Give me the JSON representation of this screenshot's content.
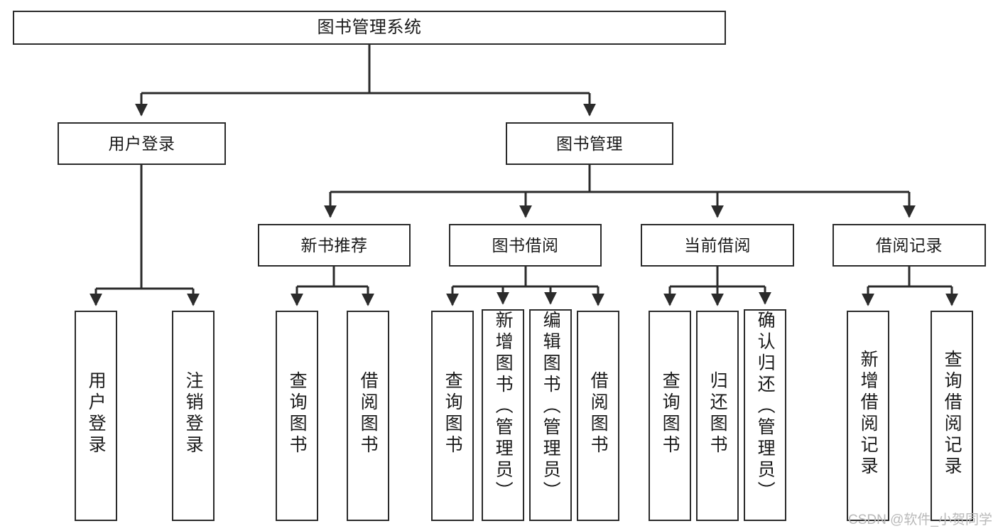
{
  "diagram": {
    "type": "tree-hierarchy",
    "title": "图书管理系统",
    "watermark": "CSDN @软件_小贺同学",
    "colors": {
      "stroke": "#2b2b2b",
      "fill": "#ffffff",
      "text": "#1a1a1a",
      "watermark": "#b9b9b9"
    },
    "nodes": {
      "root": {
        "label": "图书管理系统"
      },
      "level2": [
        {
          "label": "用户登录"
        },
        {
          "label": "图书管理"
        }
      ],
      "level3": [
        {
          "label": "新书推荐"
        },
        {
          "label": "图书借阅"
        },
        {
          "label": "当前借阅"
        },
        {
          "label": "借阅记录"
        }
      ],
      "leaves_user_login": [
        {
          "label": "用户登录"
        },
        {
          "label": "注销登录"
        }
      ],
      "leaves_new_books": [
        {
          "label": "查询图书"
        },
        {
          "label": "借阅图书"
        }
      ],
      "leaves_borrow": [
        {
          "label": "查询图书"
        },
        {
          "label": "新增图书（管理员）"
        },
        {
          "label": "编辑图书（管理员）"
        },
        {
          "label": "借阅图书"
        }
      ],
      "leaves_current": [
        {
          "label": "查询图书"
        },
        {
          "label": "归还图书"
        },
        {
          "label": "确认归还（管理员）"
        }
      ],
      "leaves_records": [
        {
          "label": "新增借阅记录"
        },
        {
          "label": "查询借阅记录"
        }
      ]
    }
  }
}
